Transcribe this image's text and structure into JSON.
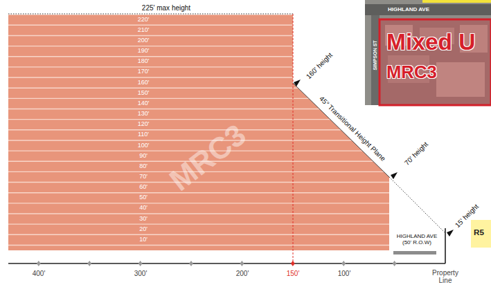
{
  "diagram": {
    "nodes": [
      {
        "text": [
          "Mixed U",
          "MRC3"
        ]
      },
      {
        "text": [
          "R5"
        ]
      }
    ],
    "labels": [
      "225' max height",
      "10'",
      "20'",
      "30'",
      "40'",
      "50'",
      "60'",
      "70'",
      "80'",
      "90'",
      "100'",
      "110'",
      "120'",
      "130'",
      "140'",
      "150'",
      "160'",
      "170'",
      "180'",
      "190'",
      "200'",
      "210'",
      "220'",
      "MRC3",
      "160' height",
      "45° Transitional Height Plane",
      "70' height",
      "15' height",
      "HIGHLAND AVE (50' R.O.W)",
      "400'",
      "300'",
      "200'",
      "150'",
      "100'",
      "Property Line",
      "HIGHLAND AVE",
      "SIMPSON ST"
    ]
  }
}
